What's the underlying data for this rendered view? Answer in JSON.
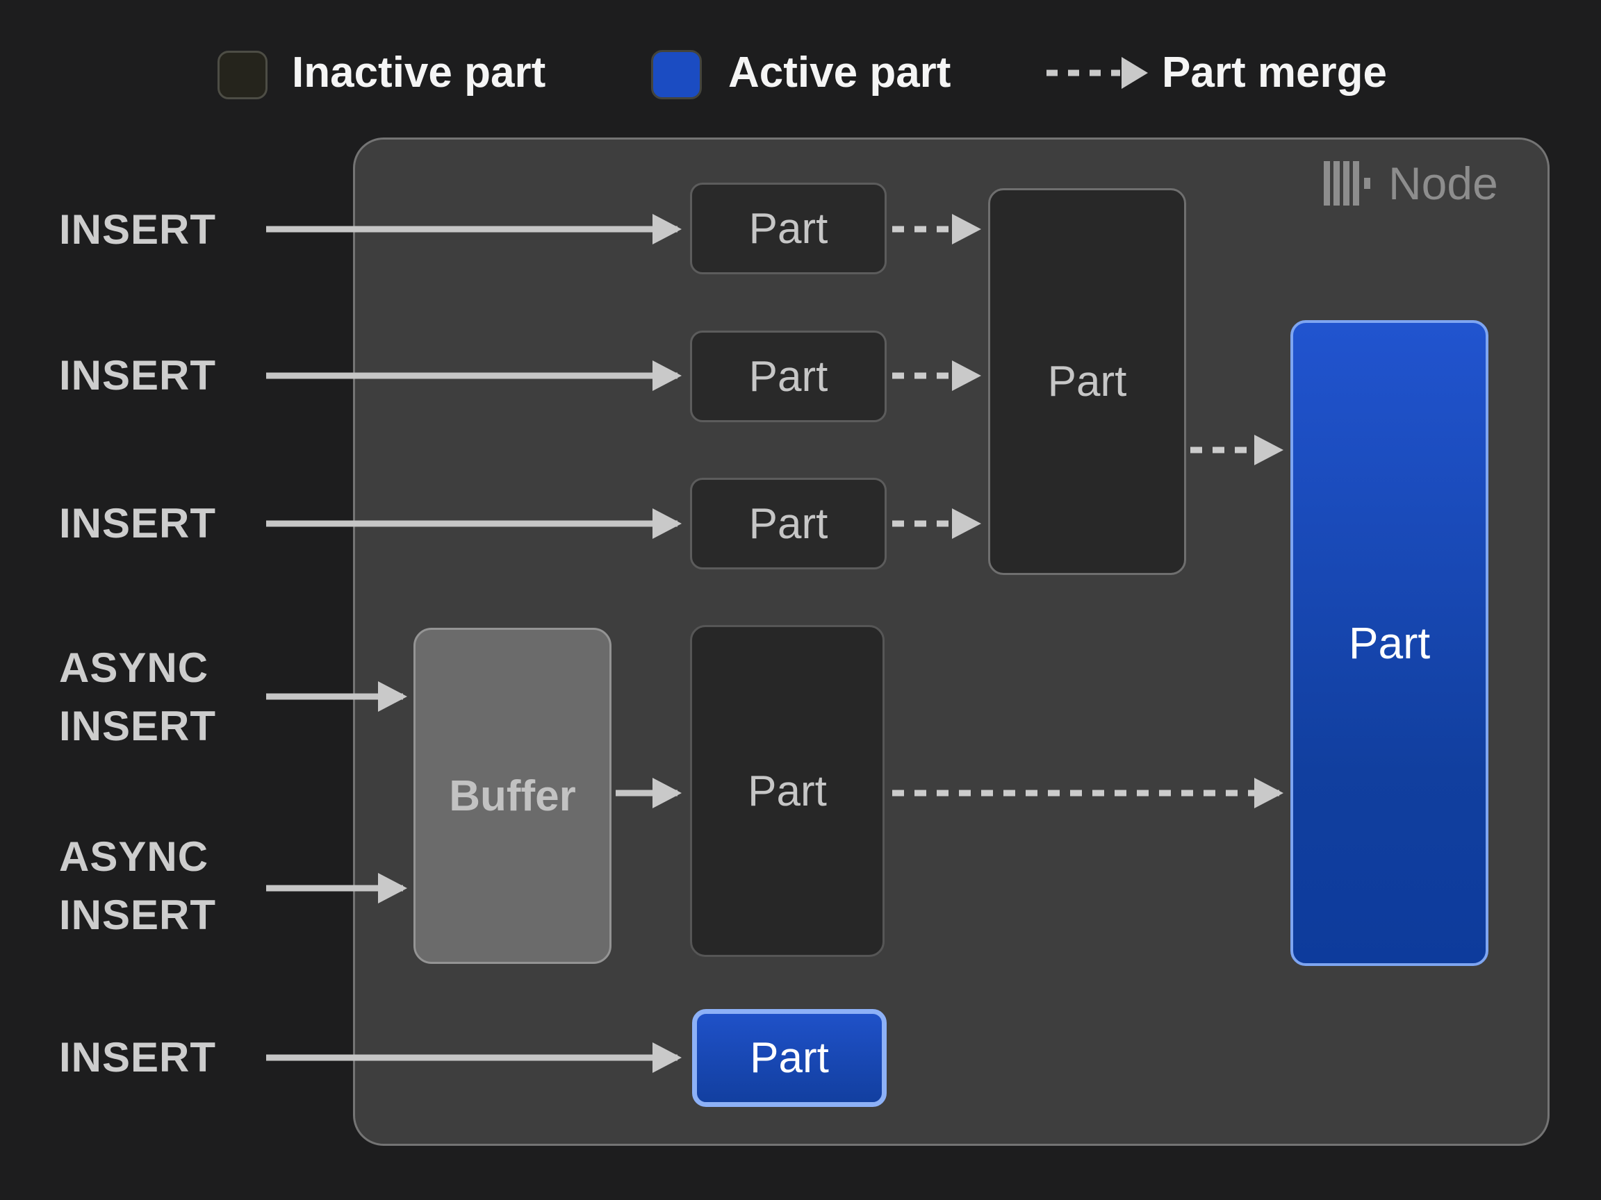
{
  "legend": {
    "inactive_label": "Inactive part",
    "active_label": "Active part",
    "merge_label": "Part merge"
  },
  "node": {
    "title": "Node",
    "logo": "clickhouse-bars-logo"
  },
  "sources": {
    "insert_1": "INSERT",
    "insert_2": "INSERT",
    "insert_3": "INSERT",
    "async_insert_1": "ASYNC INSERT",
    "async_insert_2": "ASYNC INSERT",
    "insert_4": "INSERT"
  },
  "parts": {
    "top_part_1": "Part",
    "top_part_2": "Part",
    "top_part_3": "Part",
    "merge_target_part": "Part",
    "buffer": "Buffer",
    "buffered_part": "Part",
    "active_part_large": "Part",
    "active_part_bottom": "Part"
  },
  "colors": {
    "background": "#1d1d1e",
    "node_fill": "#3e3e3e",
    "node_border": "#747474",
    "inactive_part_fill": "#292929",
    "inactive_part_border": "#5c5c5c",
    "active_part_blue_top": "#2154cf",
    "active_part_blue_bottom": "#0d3b9c",
    "active_part_border": "#7ea5f1",
    "legend_active_swatch": "#1b4cc2",
    "buffer_fill": "#6b6b6b",
    "arrow": "#c6c6c6",
    "label_text": "#cdcdcd",
    "legend_text": "#f5f5f5",
    "node_title_text": "#8d8d8d"
  }
}
